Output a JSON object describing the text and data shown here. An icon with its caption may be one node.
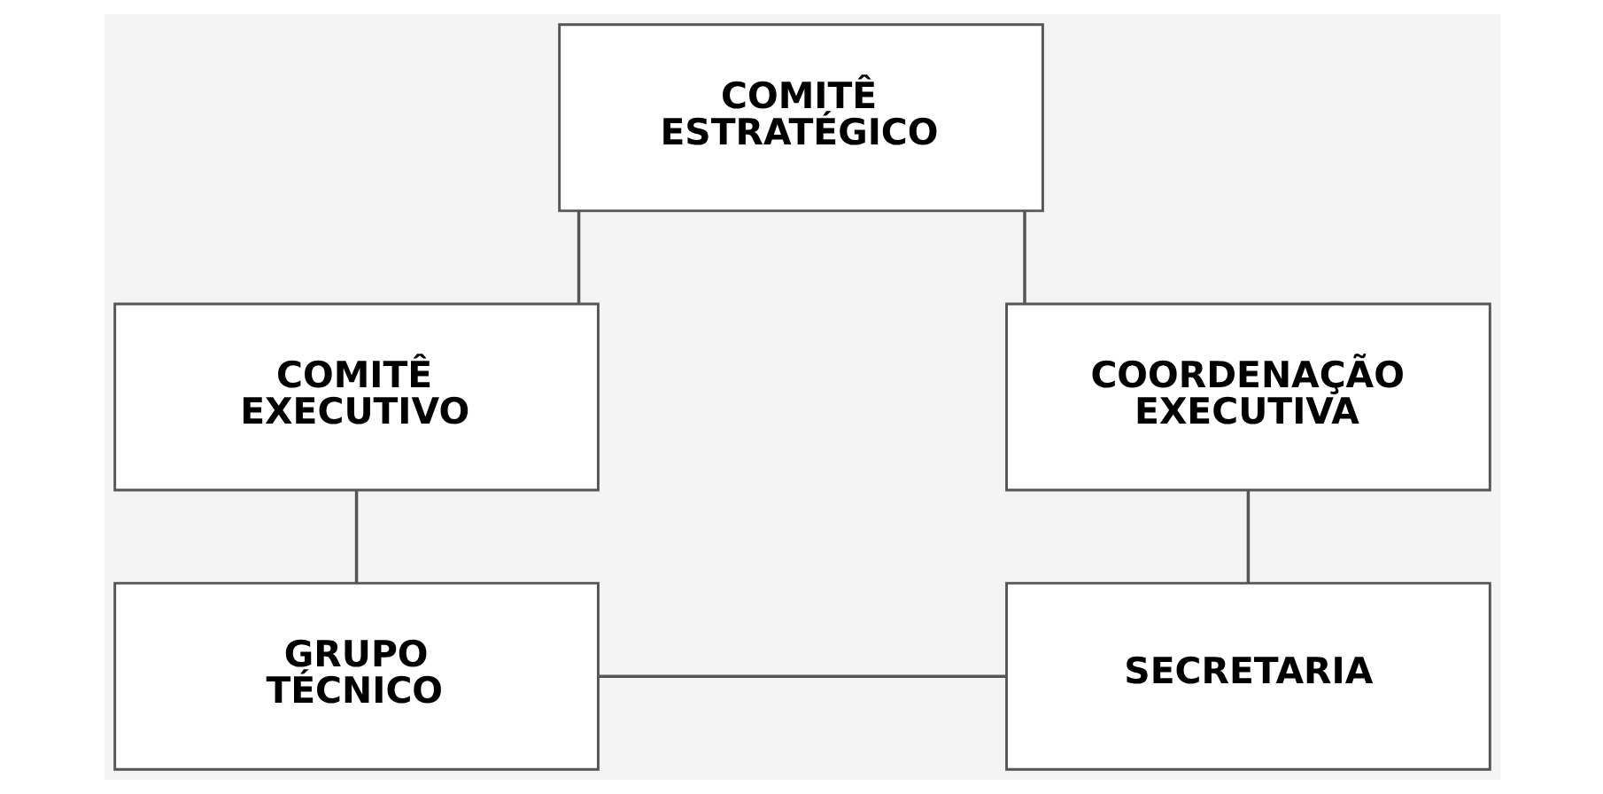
{
  "diagram": {
    "nodes": [
      {
        "text": [
          "COMITÊ ESTRATÉGICO"
        ]
      },
      {
        "text": [
          "COMITÊ EXECUTIVO"
        ]
      },
      {
        "text": [
          "COORDENAÇÃO EXECUTIVA"
        ]
      },
      {
        "text": [
          "GRUPO TÉCNICO"
        ]
      },
      {
        "text": [
          "SECRETARIA"
        ]
      }
    ],
    "edges": [
      {
        "from": 0,
        "to": 1,
        "arrow": "none"
      },
      {
        "from": 0,
        "to": 2,
        "arrow": "none"
      },
      {
        "from": 1,
        "to": 3,
        "arrow": "none"
      },
      {
        "from": 2,
        "to": 4,
        "arrow": "none"
      },
      {
        "from": 3,
        "to": 4,
        "arrow": "none"
      }
    ]
  }
}
